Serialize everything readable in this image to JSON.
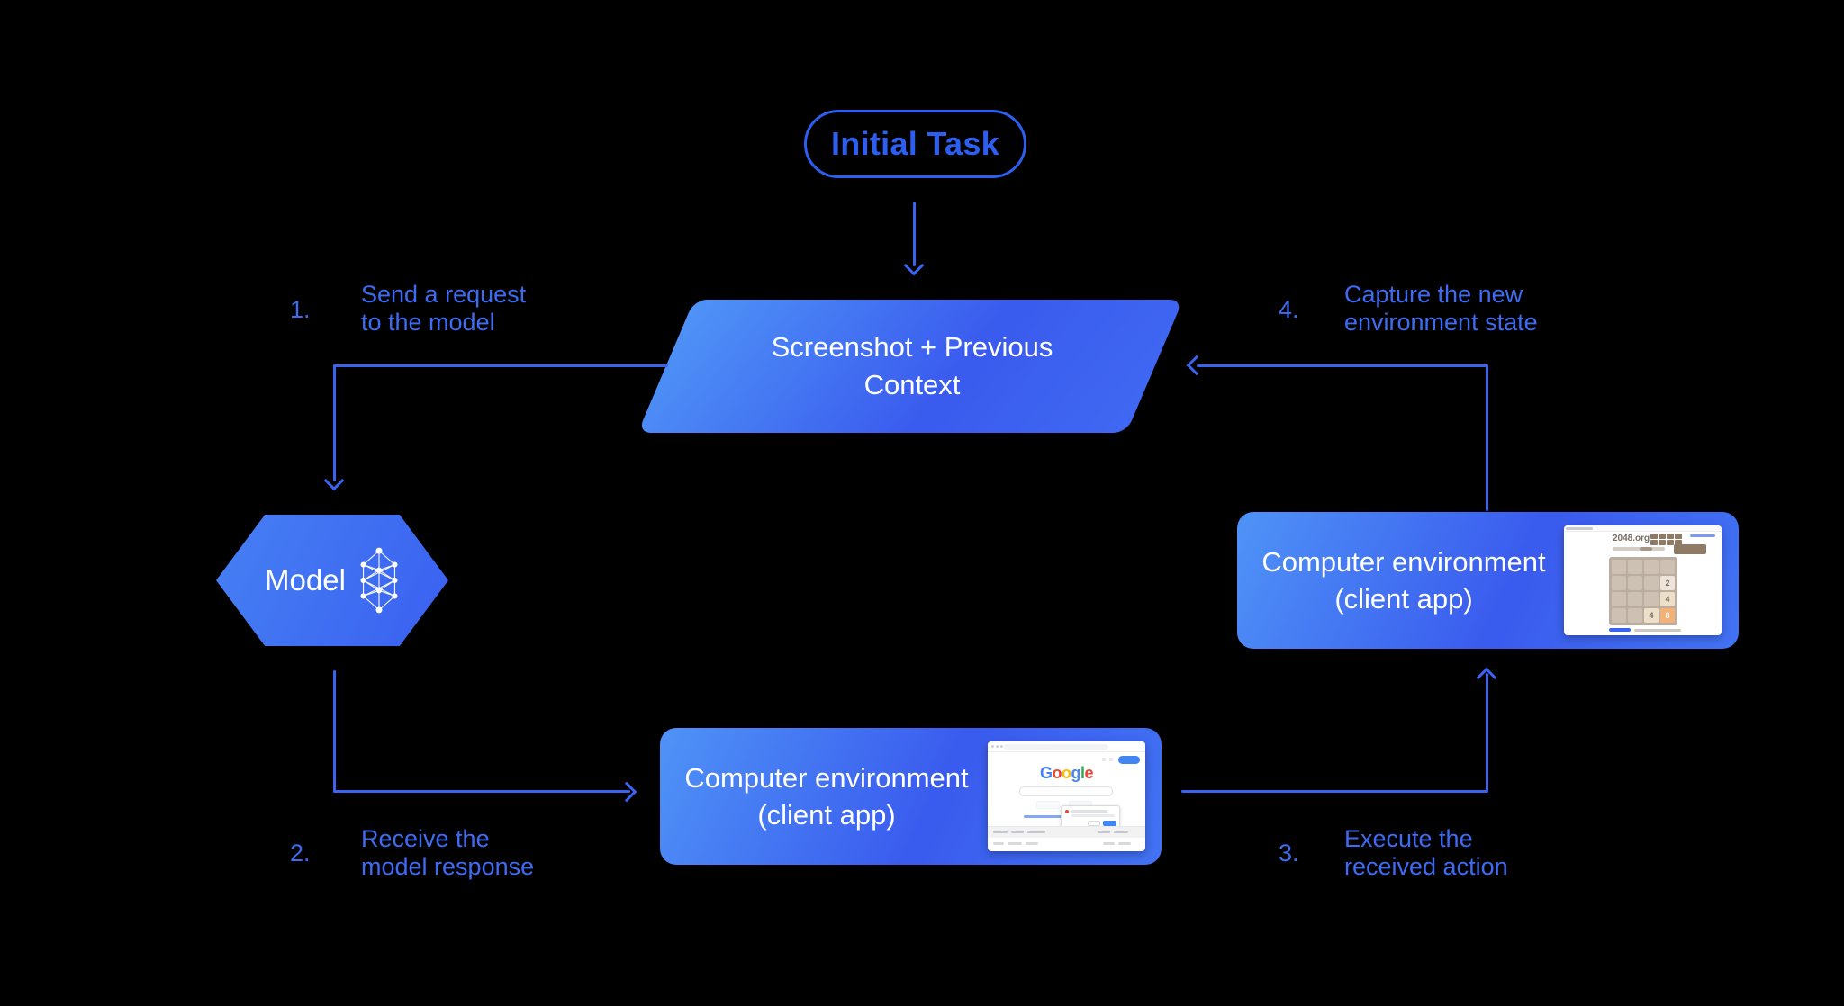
{
  "colors": {
    "background": "#000000",
    "accent_line": "#3a63f0",
    "pill_outline": "#2d5ef2",
    "step_label": "#3e6bf2",
    "node_gradient_light": "#4f93f7",
    "node_gradient_dark": "#3a5bee",
    "node_text": "#ffffff"
  },
  "initial_task": {
    "label": "Initial Task"
  },
  "context_node": {
    "line1": "Screenshot + Previous",
    "line2": "Context"
  },
  "model_node": {
    "label": "Model"
  },
  "env_node_bottom": {
    "line1": "Computer environment",
    "line2": "(client app)"
  },
  "env_node_right": {
    "line1": "Computer environment",
    "line2": "(client app)"
  },
  "steps": {
    "s1": {
      "num": "1.",
      "line1": "Send a request",
      "line2": "to the model"
    },
    "s2": {
      "num": "2.",
      "line1": "Receive the",
      "line2": "model response"
    },
    "s3": {
      "num": "3.",
      "line1": "Execute the",
      "line2": "received action"
    },
    "s4": {
      "num": "4.",
      "line1": "Capture the new",
      "line2": "environment state"
    }
  },
  "google_screenshot": {
    "logo_letters": [
      {
        "ch": "G",
        "color": "#4285F4"
      },
      {
        "ch": "o",
        "color": "#EA4335"
      },
      {
        "ch": "o",
        "color": "#FBBC05"
      },
      {
        "ch": "g",
        "color": "#4285F4"
      },
      {
        "ch": "l",
        "color": "#34A853"
      },
      {
        "ch": "e",
        "color": "#EA4335"
      }
    ]
  },
  "game_screenshot": {
    "site": "2048.org",
    "tiles": [
      {
        "value": "2",
        "row": 1,
        "col": 3,
        "bg": "#eee4da",
        "fg": "#776e65"
      },
      {
        "value": "4",
        "row": 2,
        "col": 3,
        "bg": "#ede0c8",
        "fg": "#776e65"
      },
      {
        "value": "4",
        "row": 3,
        "col": 2,
        "bg": "#ede0c8",
        "fg": "#776e65"
      },
      {
        "value": "8",
        "row": 3,
        "col": 3,
        "bg": "#f2b179",
        "fg": "#f9f6f2"
      }
    ]
  }
}
